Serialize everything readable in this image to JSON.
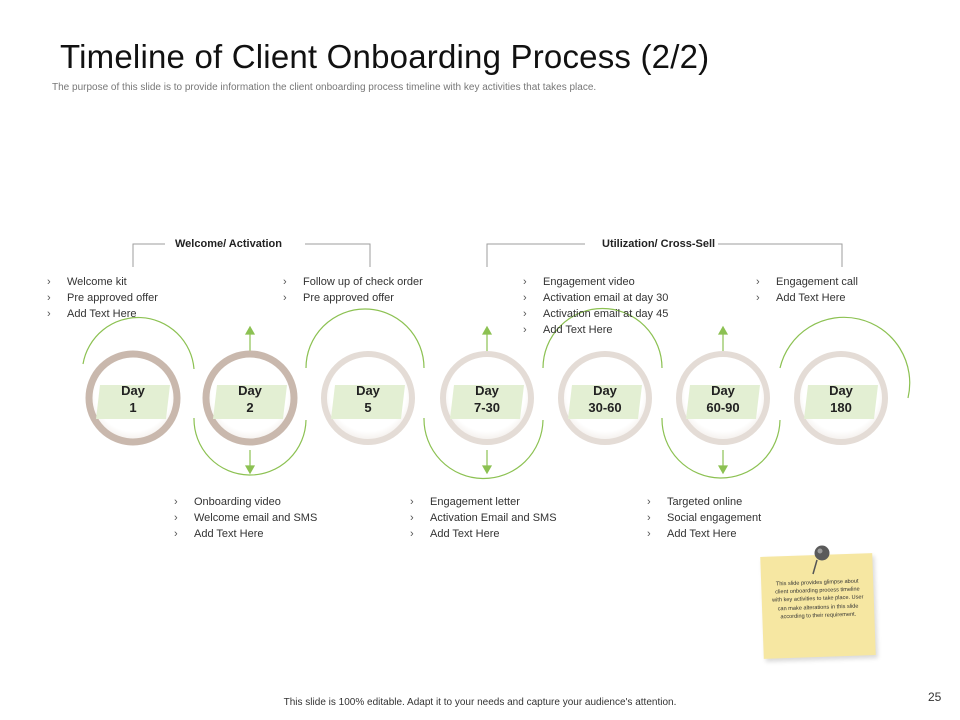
{
  "slide": {
    "title": "Timeline of Client Onboarding Process (2/2)",
    "subtitle": "The purpose of this slide is to provide information the client onboarding process timeline with key activities that takes place.",
    "footer": "This slide is 100% editable. Adapt it to your needs and capture your audience's attention.",
    "page_number": "25"
  },
  "phases": {
    "welcome": "Welcome/ Activation",
    "utilization": "Utilization/ Cross-Sell"
  },
  "days": [
    {
      "line1": "Day",
      "line2": "1"
    },
    {
      "line1": "Day",
      "line2": "2"
    },
    {
      "line1": "Day",
      "line2": "5"
    },
    {
      "line1": "Day",
      "line2": "7-30"
    },
    {
      "line1": "Day",
      "line2": "30-60"
    },
    {
      "line1": "Day",
      "line2": "60-90"
    },
    {
      "line1": "Day",
      "line2": "180"
    }
  ],
  "top_lists": {
    "day1": [
      "Welcome kit",
      "Pre approved offer",
      "Add Text Here"
    ],
    "day5": [
      "Follow up of check order",
      "Pre approved offer"
    ],
    "day30_60": [
      "Engagement video",
      "Activation email at day 30",
      "Activation email at day 45",
      "Add Text Here"
    ],
    "day180": [
      "Engagement call",
      "Add Text Here"
    ]
  },
  "bottom_lists": {
    "day2": [
      "Onboarding video",
      "Welcome email and SMS",
      "Add Text Here"
    ],
    "day7_30": [
      "Engagement letter",
      "Activation Email and SMS",
      "Add Text Here"
    ],
    "day60_90": [
      "Targeted online",
      "Social engagement",
      "Add Text Here"
    ]
  },
  "bullet_glyph": "›",
  "sticky_note": {
    "text": "This slide provides glimpse about client onboarding process timeline with key activities to take place. User can make alterations in this slide according to their requirement."
  },
  "colors": {
    "accent_green": "#8cc152",
    "ring_taupe": "#c9b8ad",
    "ring_light": "#e4dcd6",
    "day_label_bg": "#e3efd3",
    "sticky_note": "#f6e7a2"
  }
}
